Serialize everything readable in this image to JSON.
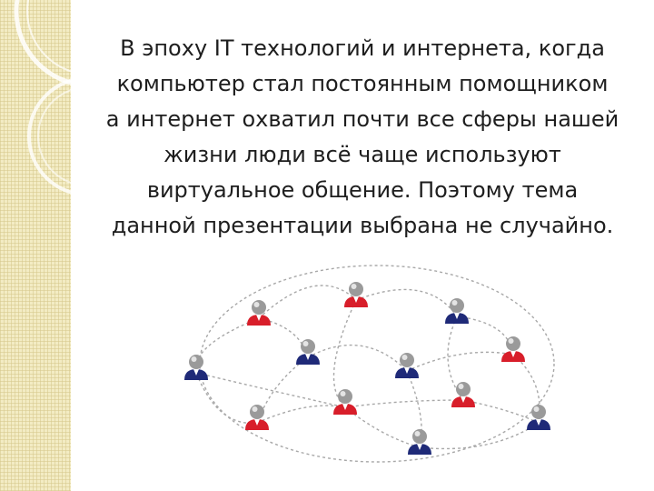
{
  "slide": {
    "text_lines": [
      "В эпоху IT технологий и интернета, когда",
      "компьютер стал постоянным помощником",
      "а интернет охватил почти все сферы нашей",
      "жизни люди всё чаще используют",
      "виртуальное общение. Поэтому тема",
      "данной презентации выбрана не случайно."
    ]
  },
  "colors": {
    "text": "#1e1e1e",
    "person_red": "#d81e2a",
    "person_blue": "#1f2a78",
    "person_head": "#9a9a9a",
    "link": "#a8a8a8",
    "strip": "#f3ecc4"
  },
  "network_image": {
    "icon": "people-network-icon",
    "people": [
      {
        "color": "red"
      },
      {
        "color": "red"
      },
      {
        "color": "blue"
      },
      {
        "color": "blue"
      },
      {
        "color": "blue"
      },
      {
        "color": "red"
      },
      {
        "color": "blue"
      },
      {
        "color": "red"
      },
      {
        "color": "red"
      },
      {
        "color": "red"
      },
      {
        "color": "blue"
      },
      {
        "color": "blue"
      }
    ]
  }
}
